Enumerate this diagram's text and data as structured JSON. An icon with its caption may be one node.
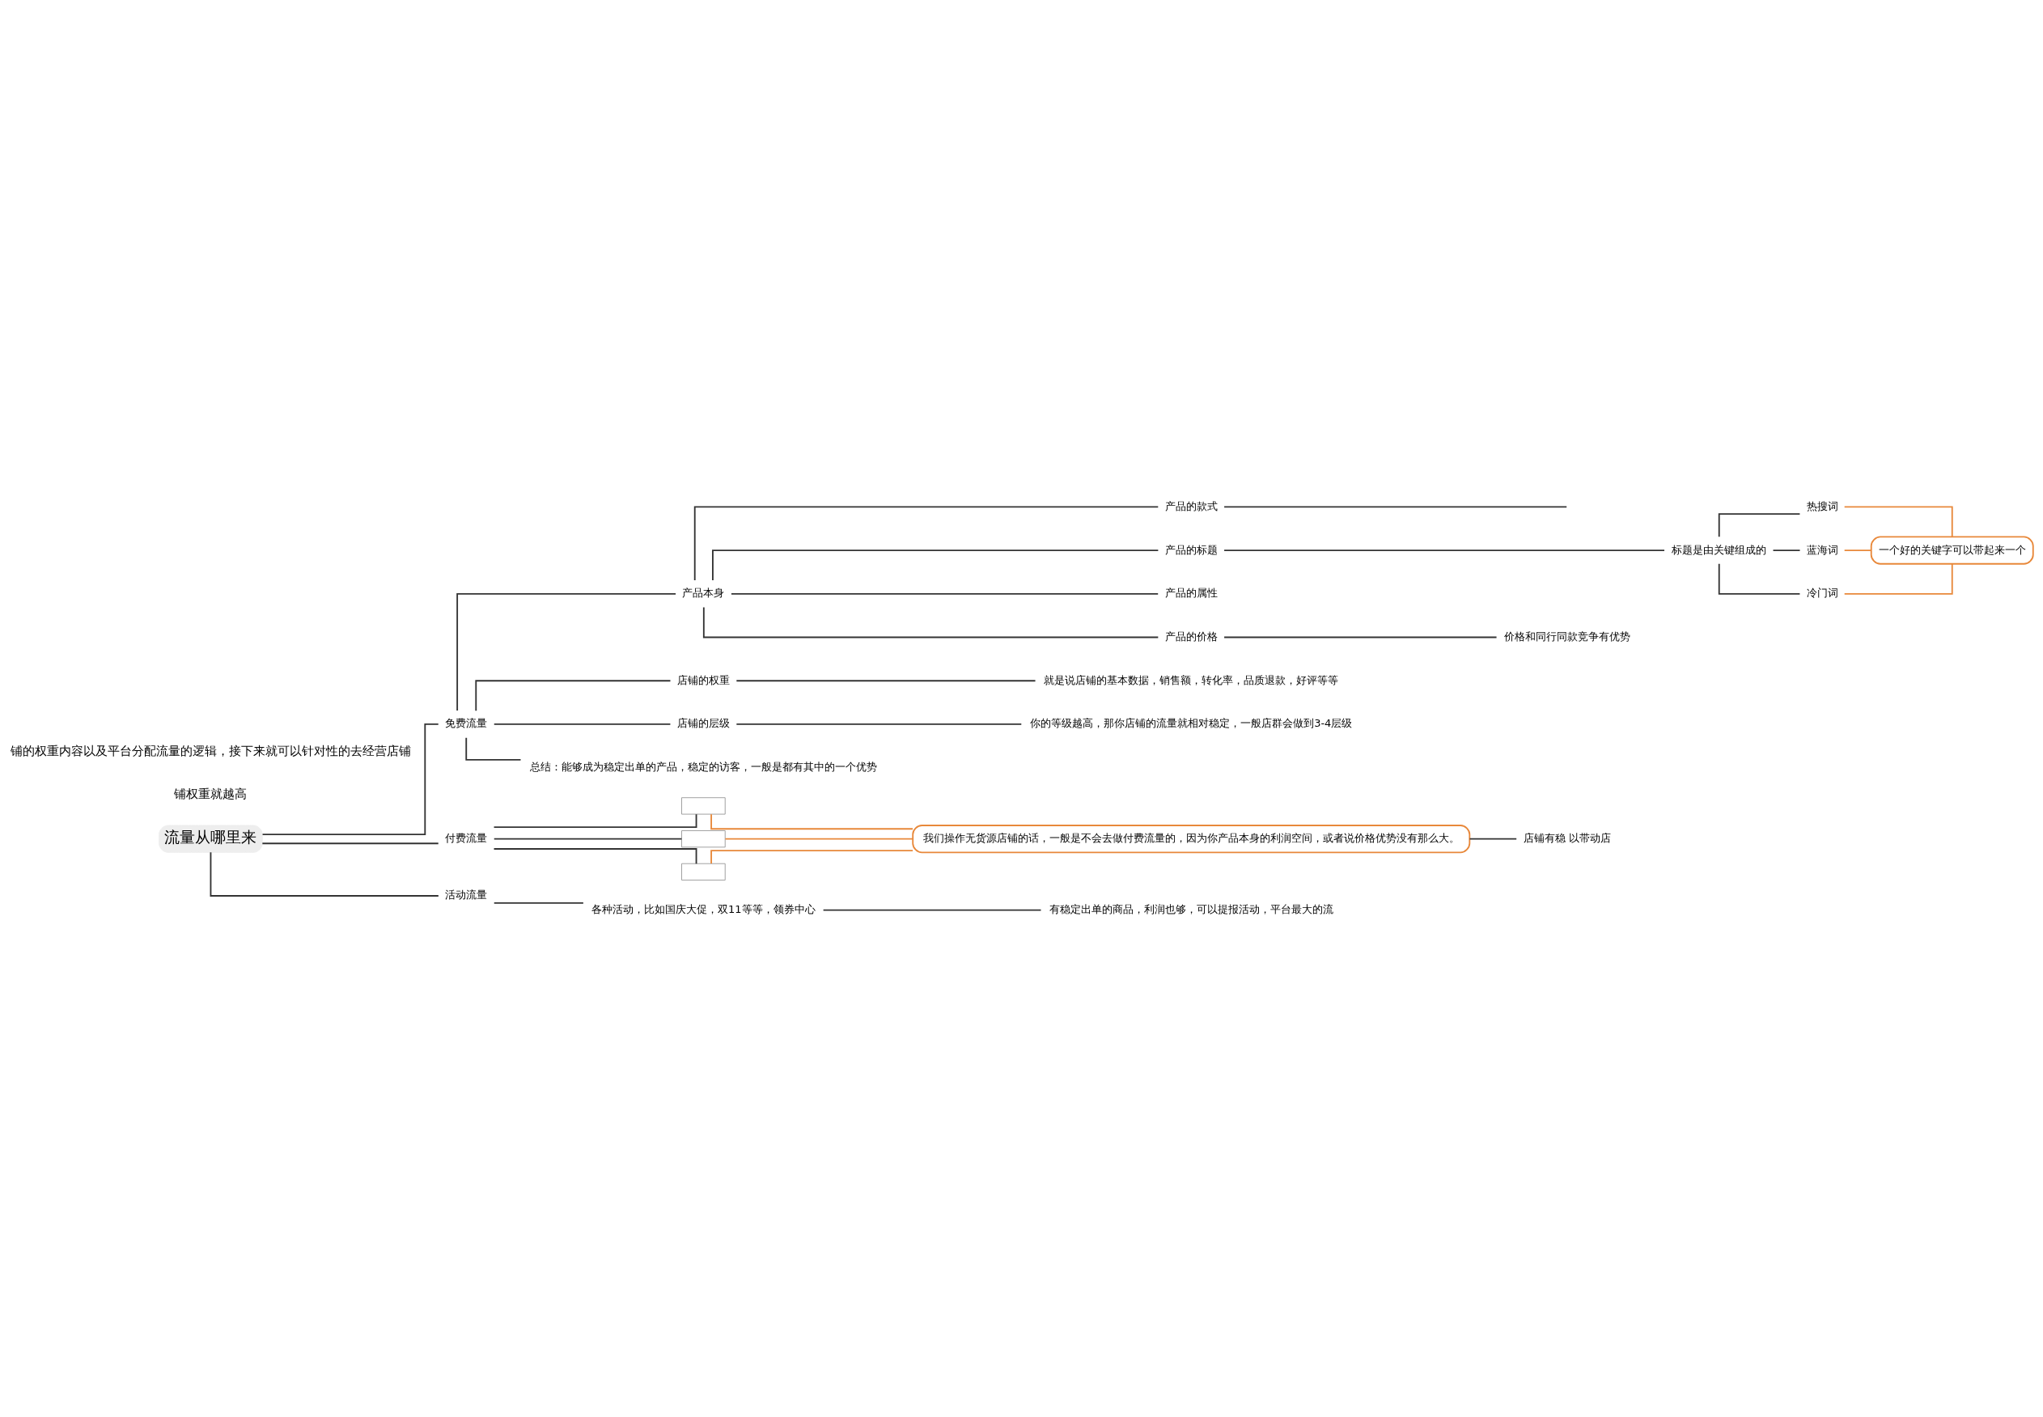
{
  "diagram": {
    "nodes": [
      {
        "text": [
          "流量从哪里来"
        ]
      },
      {
        "text": [
          "免费流量"
        ]
      },
      {
        "text": [
          "产品本身"
        ]
      },
      {
        "text": [
          "产品的款式"
        ]
      },
      {
        "text": [
          "产品的标题"
        ]
      },
      {
        "text": [
          "标题是由关键组成的"
        ]
      },
      {
        "text": [
          "热搜词"
        ]
      },
      {
        "text": [
          "蓝海词"
        ]
      },
      {
        "text": [
          "冷门词"
        ]
      },
      {
        "text": [
          "一个好的关键字可以带起来一个"
        ]
      },
      {
        "text": [
          "产品的属性"
        ]
      },
      {
        "text": [
          "产品的价格"
        ]
      },
      {
        "text": [
          "价格和同行同款竞争有优势"
        ]
      },
      {
        "text": [
          "店铺的权重"
        ]
      },
      {
        "text": [
          "就是说店铺的基本数据，销售额，转化率，品质退款，好评等等"
        ]
      },
      {
        "text": [
          "店铺的层级"
        ]
      },
      {
        "text": [
          "你的等级越高，那你店铺的流量就相对稳定，一般店群会做到3-4层级"
        ]
      },
      {
        "text": [
          "总结：能够成为稳定出单的产品，稳定的访客，一般是都有其中的一个优势"
        ]
      },
      {
        "text": [
          "付费流量"
        ]
      },
      {
        "text": [],
        "shape": "box"
      },
      {
        "text": [],
        "shape": "box"
      },
      {
        "text": [],
        "shape": "box"
      },
      {
        "text": [
          "我们操作无货源店铺的话，一般是不会去做付费流量的，因为你产品本身的利润空间，或者说价格优势没有那么大。"
        ]
      },
      {
        "text": [
          "店铺有稳 以带动店"
        ]
      },
      {
        "text": [
          "活动流量"
        ]
      },
      {
        "text": [
          "各种活动，比如国庆大促，双11等等，领券中心"
        ]
      },
      {
        "text": [
          "有稳定出单的商品，利润也够，可以提报活动，平台最大的流"
        ]
      }
    ],
    "edges": [
      {
        "from": 0,
        "to": 1,
        "arrow": "none"
      },
      {
        "from": 0,
        "to": 18,
        "arrow": "none"
      },
      {
        "from": 0,
        "to": 24,
        "arrow": "none"
      },
      {
        "from": 1,
        "to": 2,
        "arrow": "none"
      },
      {
        "from": 1,
        "to": 13,
        "arrow": "none"
      },
      {
        "from": 1,
        "to": 15,
        "arrow": "none"
      },
      {
        "from": 1,
        "to": 17,
        "arrow": "none"
      },
      {
        "from": 2,
        "to": 3,
        "arrow": "none"
      },
      {
        "from": 2,
        "to": 4,
        "arrow": "none"
      },
      {
        "from": 2,
        "to": 10,
        "arrow": "none"
      },
      {
        "from": 2,
        "to": 11,
        "arrow": "none"
      },
      {
        "from": 3,
        "to": null,
        "arrow": "none"
      },
      {
        "from": 4,
        "to": 5,
        "arrow": "none"
      },
      {
        "from": 5,
        "to": 6,
        "arrow": "none"
      },
      {
        "from": 5,
        "to": 7,
        "arrow": "none"
      },
      {
        "from": 5,
        "to": 8,
        "arrow": "none"
      },
      {
        "from": 6,
        "to": 9,
        "arrow": "none",
        "color": "#e8883a"
      },
      {
        "from": 7,
        "to": 9,
        "arrow": "none",
        "color": "#e8883a"
      },
      {
        "from": 8,
        "to": 9,
        "arrow": "none",
        "color": "#e8883a"
      },
      {
        "from": 11,
        "to": 12,
        "arrow": "none"
      },
      {
        "from": 13,
        "to": 14,
        "arrow": "none"
      },
      {
        "from": 15,
        "to": 16,
        "arrow": "none"
      },
      {
        "from": 18,
        "to": 19,
        "arrow": "none"
      },
      {
        "from": 18,
        "to": 20,
        "arrow": "none"
      },
      {
        "from": 18,
        "to": 21,
        "arrow": "none"
      },
      {
        "from": 19,
        "to": 22,
        "arrow": "none",
        "color": "#e8883a"
      },
      {
        "from": 20,
        "to": 22,
        "arrow": "none",
        "color": "#e8883a"
      },
      {
        "from": 21,
        "to": 22,
        "arrow": "none",
        "color": "#e8883a"
      },
      {
        "from": 22,
        "to": 23,
        "arrow": "none"
      },
      {
        "from": 24,
        "to": 25,
        "arrow": "none"
      },
      {
        "from": 25,
        "to": 26,
        "arrow": "none"
      }
    ],
    "labels": [
      "铺权重就越高",
      "铺的权重内容以及平台分配流量的逻辑，接下来就可以针对性的去经营店铺"
    ]
  }
}
